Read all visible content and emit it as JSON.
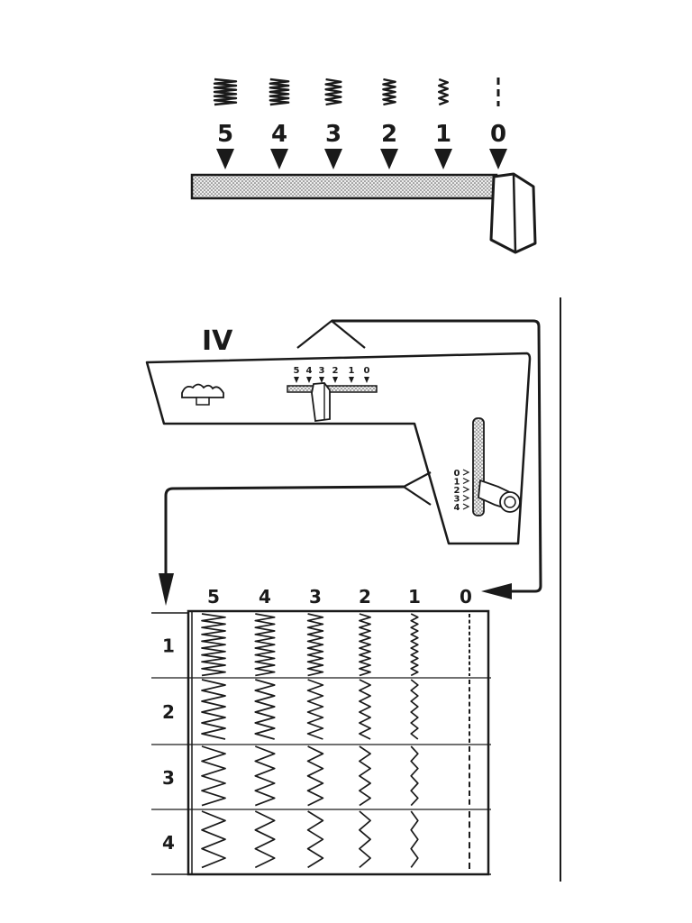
{
  "top_dial": {
    "width_labels": [
      "5",
      "4",
      "3",
      "2",
      "1",
      "0"
    ],
    "zigzag_amplitudes": [
      5,
      4,
      3,
      2,
      1,
      0
    ]
  },
  "panel": {
    "roman_numeral": "IV",
    "width_scale": [
      "5",
      "4",
      "3",
      "2",
      "1",
      "0"
    ],
    "length_scale": [
      "0",
      "1",
      "2",
      "3",
      "4"
    ]
  },
  "stitch_chart": {
    "column_headers": [
      "5",
      "4",
      "3",
      "2",
      "1",
      "0"
    ],
    "row_headers": [
      "1",
      "2",
      "3",
      "4"
    ],
    "stitch_width": [
      5,
      4,
      3,
      2,
      1,
      0
    ],
    "stitch_length": [
      1,
      2,
      3,
      4
    ]
  },
  "colors": {
    "ink": "#1a1a1a",
    "stipple": "#b5b5b5"
  }
}
